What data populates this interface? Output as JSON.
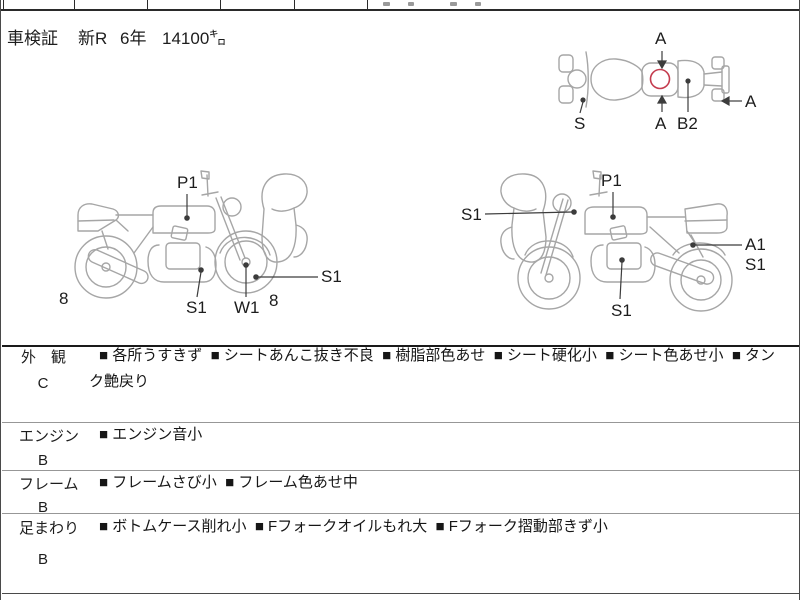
{
  "colors": {
    "ink": "#1d1d1d",
    "art_gray": "#a6a6a6",
    "leader": "#3c3c3c",
    "accent_red": "#c43c4e"
  },
  "vehicle_info": {
    "doc_label": "車検証",
    "registration": "新R",
    "year": "6年",
    "mileage": "14100㌔"
  },
  "diagrams": {
    "top_view": {
      "labels": {
        "a_top": "A",
        "s": "S",
        "a_bottom": "A",
        "b2": "B2",
        "a_right": "A"
      }
    },
    "left_side": {
      "labels": {
        "p1": "P1",
        "s1_bottom": "S1",
        "w1": "W1",
        "s1_right": "S1",
        "eight_left": "8",
        "eight_right": "8"
      }
    },
    "right_side": {
      "labels": {
        "s1_left": "S1",
        "p1": "P1",
        "s1_bottom": "S1",
        "a1": "A1",
        "s1_right": "S1"
      }
    }
  },
  "inspection": {
    "bullet": "■",
    "rows": [
      {
        "section": "外　観",
        "grade": "C",
        "items": [
          "各所うすきず",
          "シートあんこ抜き不良",
          "樹脂部色あせ",
          "シート硬化小",
          "シート色あせ小",
          "タンク艶戻り"
        ]
      },
      {
        "section": "エンジン",
        "grade": "B",
        "items": [
          "エンジン音小"
        ]
      },
      {
        "section": "フレーム",
        "grade": "B",
        "items": [
          "フレームさび小",
          "フレーム色あせ中"
        ]
      },
      {
        "section": "足まわり",
        "grade": "B",
        "items": [
          "ボトムケース削れ小",
          "Fフォークオイルもれ大",
          "Fフォーク摺動部きず小"
        ]
      }
    ]
  }
}
